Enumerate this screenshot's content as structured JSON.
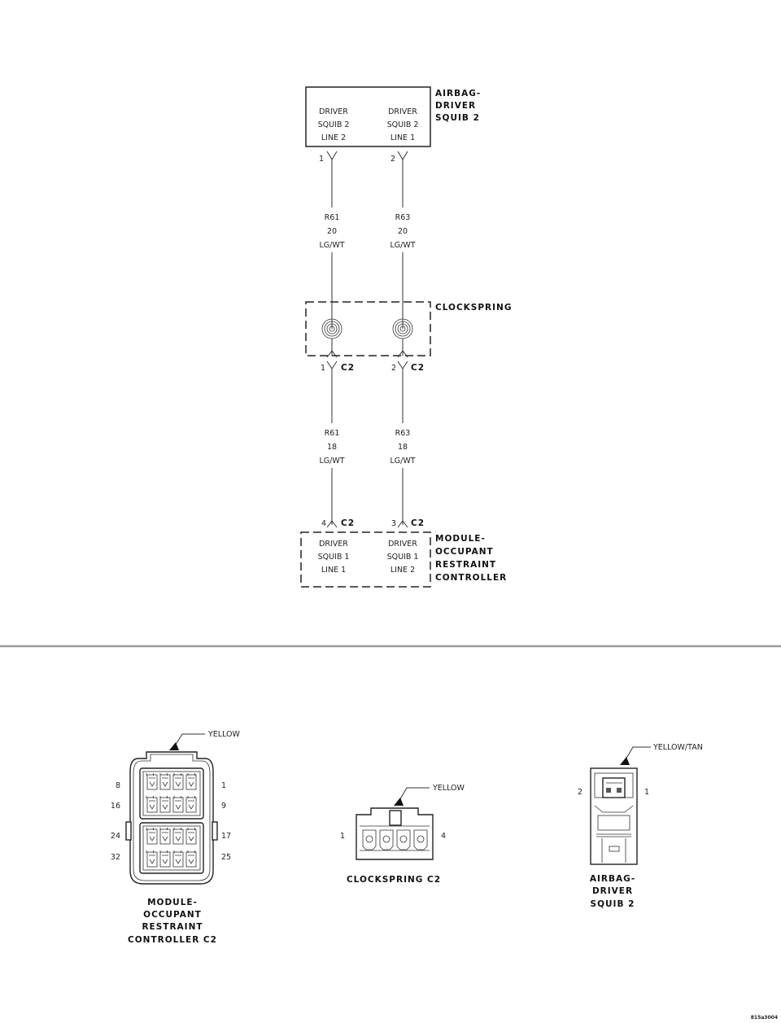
{
  "airbag": {
    "title": [
      "AIRBAG-",
      "DRIVER",
      "SQUIB 2"
    ],
    "left": [
      "DRIVER",
      "SQUIB 2",
      "LINE 2"
    ],
    "right": [
      "DRIVER",
      "SQUIB 2",
      "LINE 1"
    ],
    "pin_left": "1",
    "pin_right": "2"
  },
  "wires_upper": {
    "left": [
      "R61",
      "20",
      "LG/WT"
    ],
    "right": [
      "R63",
      "20",
      "LG/WT"
    ]
  },
  "clockspring": {
    "title": "CLOCKSPRING",
    "pin_left": "1",
    "pin_right": "2",
    "connector": "C2"
  },
  "wires_lower": {
    "left": [
      "R61",
      "18",
      "LG/WT"
    ],
    "right": [
      "R63",
      "18",
      "LG/WT"
    ]
  },
  "orc": {
    "title": [
      "MODULE-",
      "OCCUPANT",
      "RESTRAINT",
      "CONTROLLER"
    ],
    "left": [
      "DRIVER",
      "SQUIB 1",
      "LINE 1"
    ],
    "right": [
      "DRIVER",
      "SQUIB 1",
      "LINE 2"
    ],
    "pin_left": "4",
    "pin_right": "3",
    "connector": "C2"
  },
  "views": {
    "orc": {
      "color": "YELLOW",
      "pins": [
        "8",
        "1",
        "16",
        "9",
        "24",
        "17",
        "32",
        "25"
      ],
      "caption": [
        "MODULE-",
        "OCCUPANT",
        "RESTRAINT",
        "CONTROLLER C2"
      ]
    },
    "clockspring": {
      "color": "YELLOW",
      "pins": [
        "1",
        "4"
      ],
      "caption": "CLOCKSPRING C2"
    },
    "airbag": {
      "color": "YELLOW/TAN",
      "pins": [
        "2",
        "1"
      ],
      "caption": [
        "AIRBAG-",
        "DRIVER",
        "SQUIB 2"
      ]
    }
  },
  "figure_id": "815a3004"
}
